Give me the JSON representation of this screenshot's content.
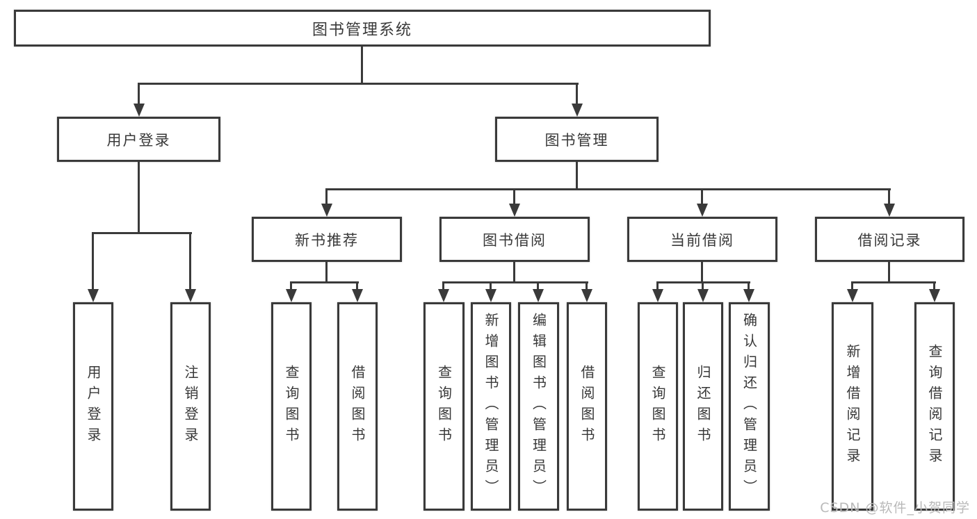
{
  "tree": {
    "root": {
      "label": "图书管理系统",
      "children": [
        {
          "label": "用户登录",
          "children": [
            {
              "label": "用户登录"
            },
            {
              "label": "注销登录"
            }
          ]
        },
        {
          "label": "图书管理",
          "children": [
            {
              "label": "新书推荐",
              "children": [
                {
                  "label": "查询图书"
                },
                {
                  "label": "借阅图书"
                }
              ]
            },
            {
              "label": "图书借阅",
              "children": [
                {
                  "label": "查询图书"
                },
                {
                  "label": "新增图书（管理员）"
                },
                {
                  "label": "编辑图书（管理员）"
                },
                {
                  "label": "借阅图书"
                }
              ]
            },
            {
              "label": "当前借阅",
              "children": [
                {
                  "label": "查询图书"
                },
                {
                  "label": "归还图书"
                },
                {
                  "label": "确认归还（管理员）"
                }
              ]
            },
            {
              "label": "借阅记录",
              "children": [
                {
                  "label": "新增借阅记录"
                },
                {
                  "label": "查询借阅记录"
                }
              ]
            }
          ]
        }
      ]
    }
  },
  "watermark": {
    "text": "CSDN @软件_小贺同学"
  },
  "colors": {
    "line": "#3a3a3a",
    "text": "#383838",
    "background": "#ffffff",
    "watermark": "#b9b9b9"
  }
}
